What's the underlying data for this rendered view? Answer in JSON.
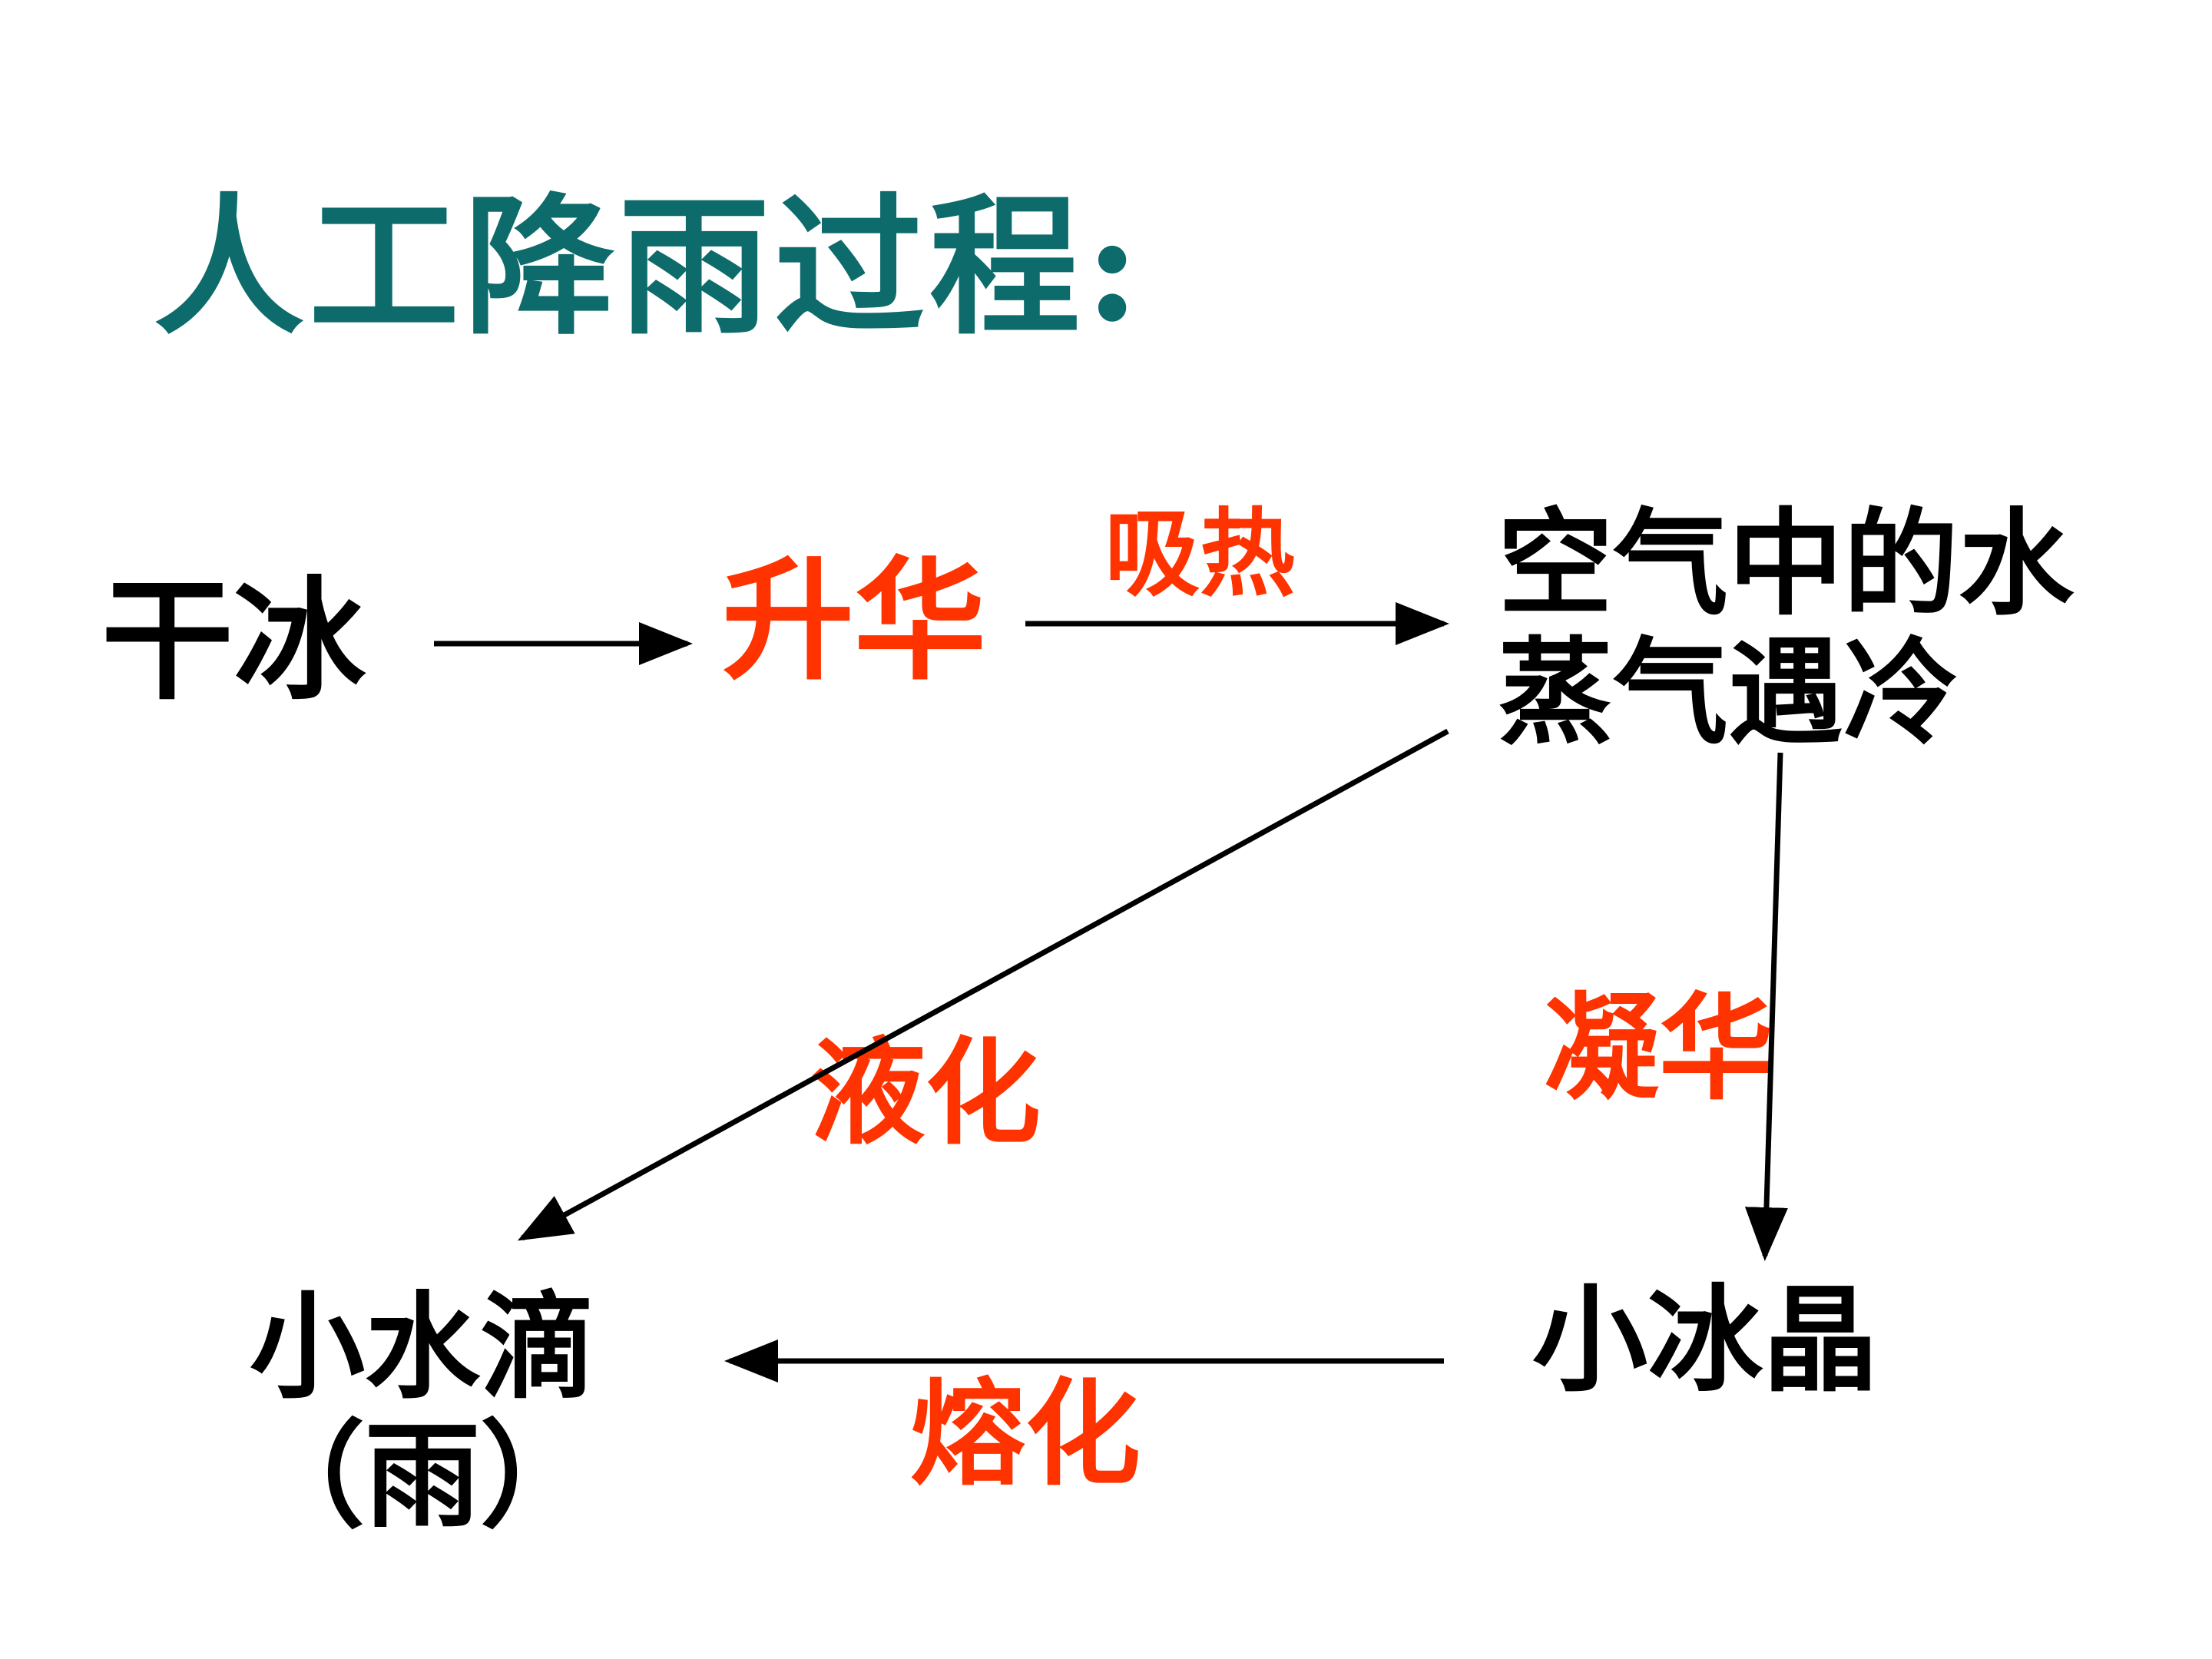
{
  "title": "人工降雨过程:",
  "nodes": {
    "dry_ice": "干冰",
    "sublimation": "升华",
    "heat_absorb": "吸热",
    "water_vapor_line1": "空气中的水",
    "water_vapor_line2": "蒸气遇冷",
    "liquefaction": "液化",
    "deposition": "凝华",
    "water_droplet_line1": "小水滴",
    "water_droplet_line2": "（雨）",
    "melting": "熔化",
    "ice_crystal": "小冰晶"
  },
  "colors": {
    "title": "#0e6b6b",
    "process": "#ff3300",
    "text": "#000000"
  }
}
